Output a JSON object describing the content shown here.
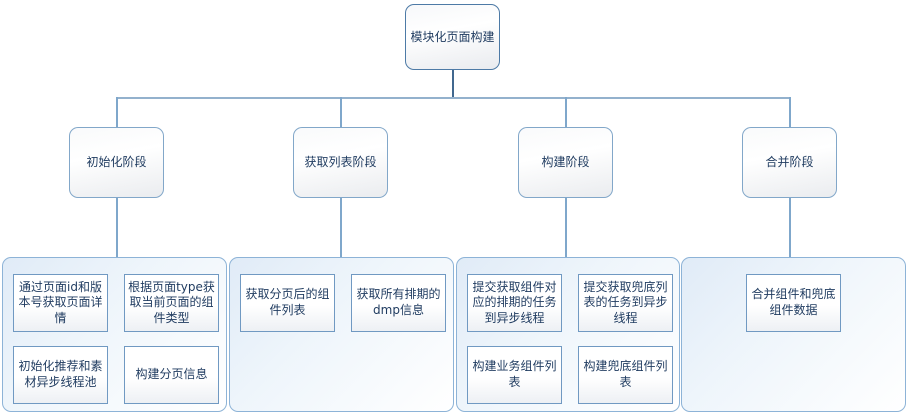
{
  "diagram": {
    "root_label": "模块化页面构建",
    "stages": [
      {
        "label": "初始化阶段",
        "tasks": [
          "通过页面id和版本号获取页面详情",
          "根据页面type获取当前页面的组件类型",
          "初始化推荐和素材异步线程池",
          "构建分页信息"
        ]
      },
      {
        "label": "获取列表阶段",
        "tasks": [
          "获取分页后的组件列表",
          "获取所有排期的dmp信息"
        ]
      },
      {
        "label": "构建阶段",
        "tasks": [
          "提交获取组件对应的排期的任务到异步线程",
          "提交获取兜底列表的任务到异步线程",
          "构建业务组件列表",
          "构建兜底组件列表"
        ]
      },
      {
        "label": "合并阶段",
        "tasks": [
          "合并组件和兜底组件数据"
        ]
      }
    ],
    "colors": {
      "root_border": "#4d7aa6",
      "stage_border": "#82a7c9",
      "container_border": "#8db3d7",
      "task_border": "#7099c2",
      "edge_light": "#93b1cd",
      "edge_dark": "#41688f",
      "text": "#1e3a5f",
      "background": "#ffffff"
    }
  }
}
